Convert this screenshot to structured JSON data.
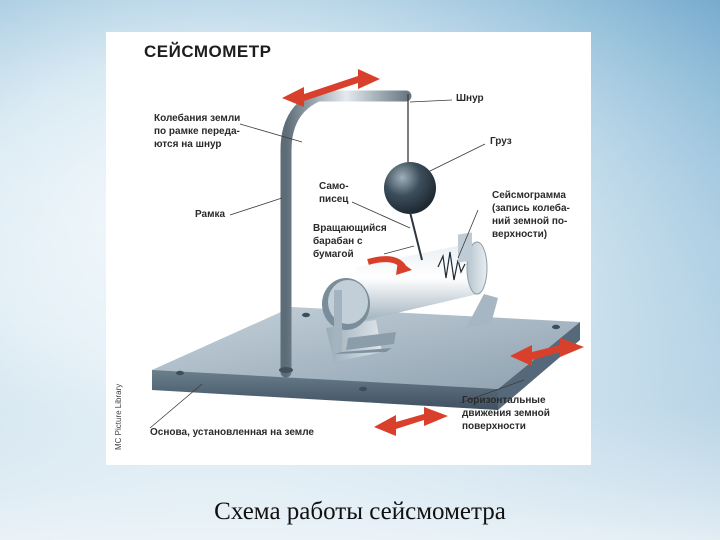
{
  "slide": {
    "caption": "Схема работы сейсмометра"
  },
  "figure": {
    "title": "СЕЙСМОМЕТР",
    "credit": "MC Picture Library",
    "labels": {
      "frame_vibration": "Колебания земли\nпо рамке переда-\nются на шнур",
      "cord": "Шнур",
      "weight": "Груз",
      "pen": "Само-\nписец",
      "frame": "Рамка",
      "drum": "Вращающийся\nбарабан с\nбумагой",
      "seismogram": "Сейсмограмма\n(запись колеба-\nний земной по-\nверхности)",
      "horizontal_motion": "Горизонтальные\nдвижения земной\nповерхности",
      "base": "Основа, установленная на земле"
    }
  },
  "colors": {
    "arrow_red": "#d9402b",
    "metal_dark": "#4a5a66",
    "metal_light": "#cfd7dc",
    "base_top": "#a9b8c4"
  }
}
